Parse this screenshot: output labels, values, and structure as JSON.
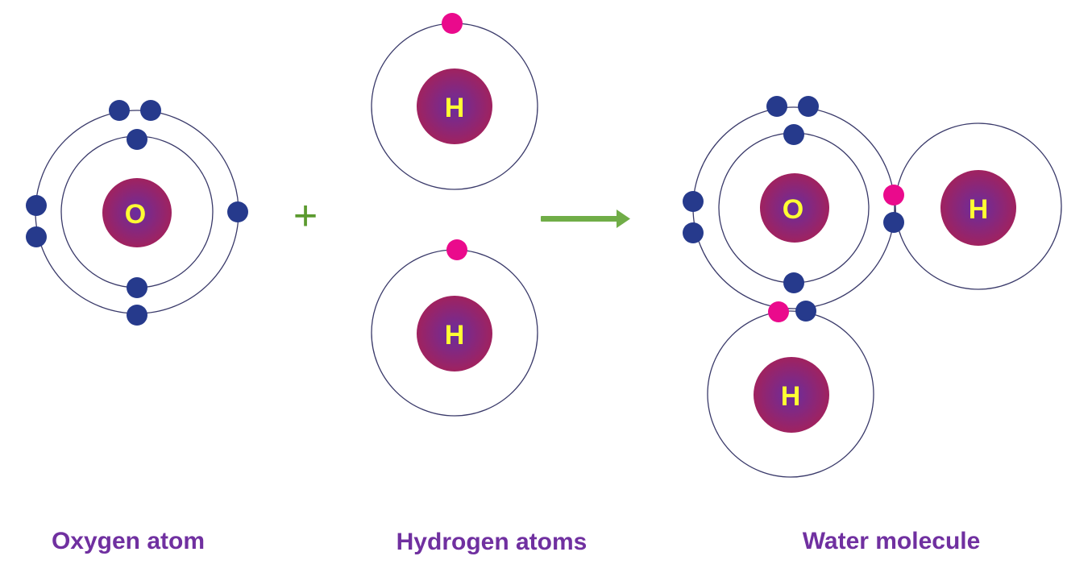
{
  "colors": {
    "electron_oxygen": "#263a8c",
    "electron_hydrogen": "#ea0a8c",
    "nucleus_center": "#6a2d9e",
    "nucleus_edge": "#a0225f",
    "nucleus_label": "#ffff33",
    "caption": "#7030a0",
    "plus": "#5b9a2f",
    "arrow": "#70ad47",
    "orbit": "#3a3a6a"
  },
  "labels": {
    "oxygen_symbol": "O",
    "hydrogen_symbol": "H",
    "plus_sign": "+"
  },
  "captions": {
    "oxygen": "Oxygen atom",
    "hydrogen": "Hydrogen atoms",
    "water": "Water molecule"
  }
}
